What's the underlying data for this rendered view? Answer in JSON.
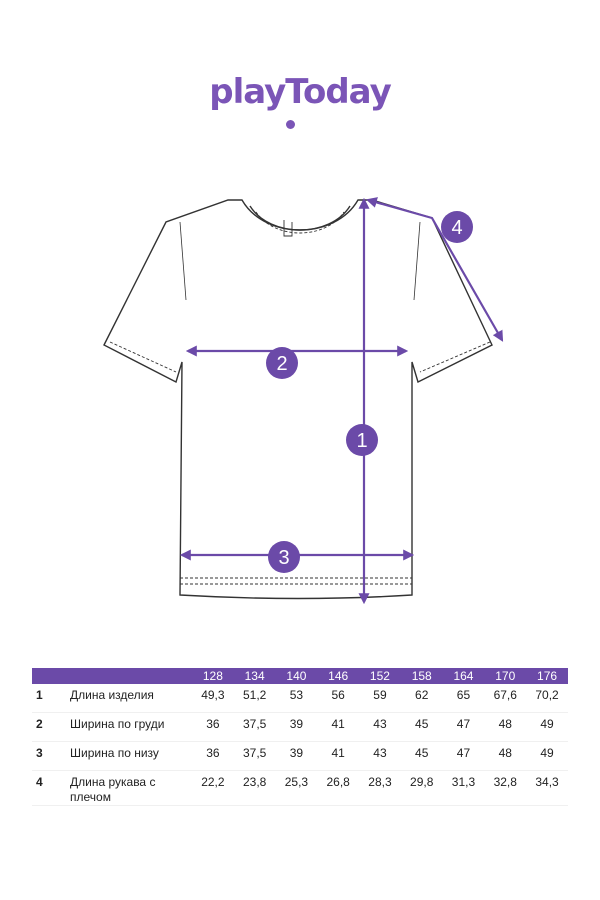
{
  "brand": {
    "logo_text": "playToday",
    "accent": "#7b55b7",
    "header_bg": "#6b4aa8"
  },
  "diagram": {
    "badges": [
      "1",
      "2",
      "3",
      "4"
    ]
  },
  "table": {
    "sizes": [
      "128",
      "134",
      "140",
      "146",
      "152",
      "158",
      "164",
      "170",
      "176"
    ],
    "rows": [
      {
        "num": "1",
        "name": "Длина изделия",
        "values": [
          "49,3",
          "51,2",
          "53",
          "56",
          "59",
          "62",
          "65",
          "67,6",
          "70,2"
        ]
      },
      {
        "num": "2",
        "name": "Ширина по груди",
        "values": [
          "36",
          "37,5",
          "39",
          "41",
          "43",
          "45",
          "47",
          "48",
          "49"
        ]
      },
      {
        "num": "3",
        "name": "Ширина по низу",
        "values": [
          "36",
          "37,5",
          "39",
          "41",
          "43",
          "45",
          "47",
          "48",
          "49"
        ]
      },
      {
        "num": "4",
        "name": "Длина рукава с плечом",
        "values": [
          "22,2",
          "23,8",
          "25,3",
          "26,8",
          "28,3",
          "29,8",
          "31,3",
          "32,8",
          "34,3"
        ]
      }
    ]
  }
}
